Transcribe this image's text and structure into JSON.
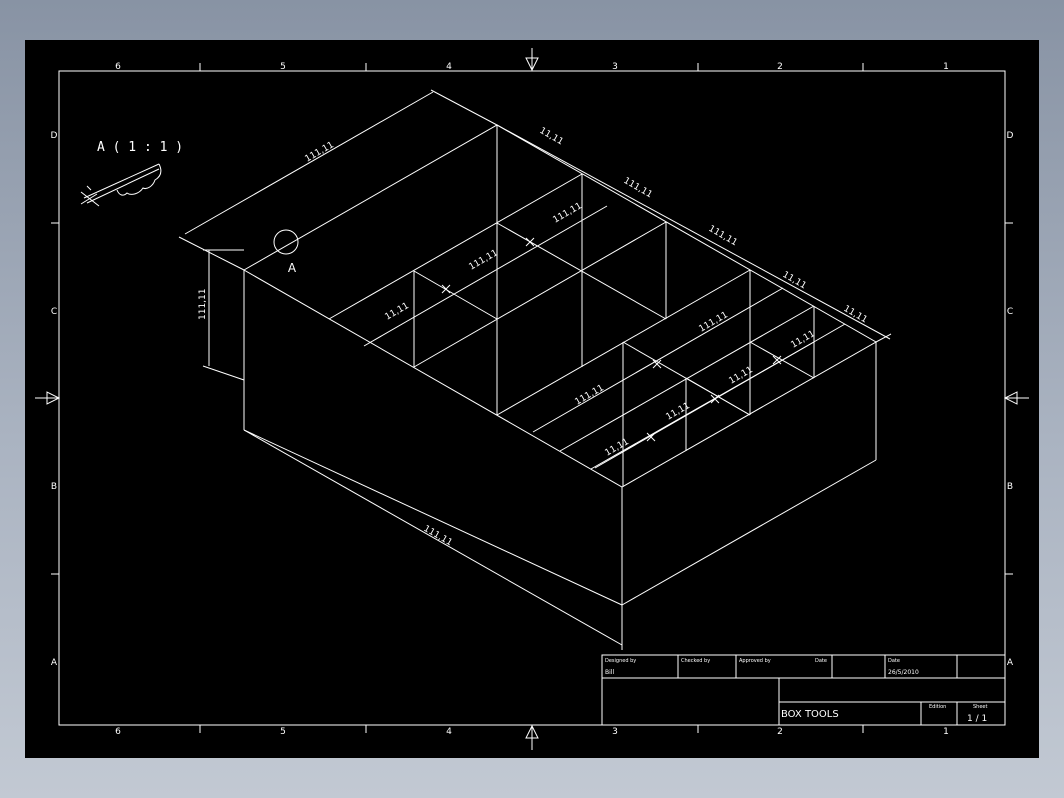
{
  "colors": {
    "background": "#000000",
    "lines": "#ffffff",
    "window": "#9aa3b2"
  },
  "frame": {
    "columns": [
      "6",
      "5",
      "4",
      "3",
      "2",
      "1"
    ],
    "rows": [
      "D",
      "C",
      "B",
      "A"
    ]
  },
  "detail": {
    "title": "A ( 1 : 1 )",
    "callout_label": "A"
  },
  "dimensions": {
    "overall_width": "111,11",
    "overall_length": "111,11",
    "overall_height": "111,11",
    "compartment_a": "11,11",
    "compartment_b": "111,11",
    "compartment_c": "111,11",
    "compartment_d": "11,11",
    "compartment_e": "11,11",
    "compartment_f": "11,11",
    "compartment_g": "11,11"
  },
  "title_block": {
    "designed_by_label": "Designed by",
    "designed_by_value": "Bill",
    "checked_by_label": "Checked by",
    "approved_by_label": "Approved by",
    "date_label_1": "Date",
    "date_label_2": "Date",
    "date_value": "26/5/2010",
    "drawing_title": "BOX TOOLS",
    "edition_label": "Edition",
    "sheet_label": "Sheet",
    "sheet_value": "1 / 1"
  }
}
